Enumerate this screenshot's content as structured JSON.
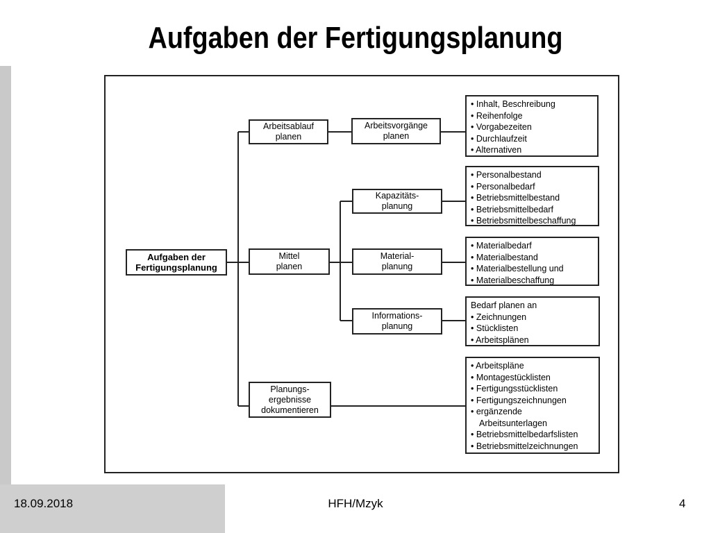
{
  "title": "Aufgaben der Fertigungsplanung",
  "footer": {
    "date": "18.09.2018",
    "author": "HFH/Mzyk",
    "page": "4"
  },
  "diagram": {
    "root": "Aufgaben der\nFertigungsplanung",
    "level1": {
      "arbeitsablauf": "Arbeitsablauf\nplanen",
      "mittel": "Mittel\nplanen",
      "dokumentieren": "Planungs-\nergebnisse\ndokumentieren"
    },
    "level2": {
      "arbeitsvorgaenge": "Arbeitsvorgänge\nplanen",
      "kapazitaet": "Kapazitäts-\nplanung",
      "material": "Material-\nplanung",
      "information": "Informations-\nplanung"
    },
    "lists": {
      "arbeitsvorgaenge": [
        {
          "text": "Inhalt, Beschreibung",
          "bullet": true
        },
        {
          "text": "Reihenfolge",
          "bullet": true
        },
        {
          "text": "Vorgabezeiten",
          "bullet": true
        },
        {
          "text": "Durchlaufzeit",
          "bullet": true
        },
        {
          "text": "Alternativen",
          "bullet": true
        }
      ],
      "kapazitaet": [
        {
          "text": "Personalbestand",
          "bullet": true
        },
        {
          "text": "Personalbedarf",
          "bullet": true
        },
        {
          "text": "Betriebsmittelbestand",
          "bullet": true
        },
        {
          "text": "Betriebsmittelbedarf",
          "bullet": true
        },
        {
          "text": "Betriebsmittelbeschaffung",
          "bullet": true
        }
      ],
      "material": [
        {
          "text": "Materialbedarf",
          "bullet": true
        },
        {
          "text": "Materialbestand",
          "bullet": true
        },
        {
          "text": "Materialbestellung und",
          "bullet": true
        },
        {
          "text": "Materialbeschaffung",
          "bullet": true
        }
      ],
      "information": [
        {
          "text": "Bedarf planen an",
          "bullet": false
        },
        {
          "text": "Zeichnungen",
          "bullet": true
        },
        {
          "text": "Stücklisten",
          "bullet": true
        },
        {
          "text": "Arbeitsplänen",
          "bullet": true
        }
      ],
      "dokumentieren": [
        {
          "text": "Arbeitspläne",
          "bullet": true
        },
        {
          "text": "Montagestücklisten",
          "bullet": true
        },
        {
          "text": "Fertigungsstücklisten",
          "bullet": true
        },
        {
          "text": "Fertigungszeichnungen",
          "bullet": true
        },
        {
          "text": "ergänzende",
          "bullet": true
        },
        {
          "text": "Arbeitsunterlagen",
          "bullet": false,
          "indent": true
        },
        {
          "text": "Betriebsmittelbedarfslisten",
          "bullet": true
        },
        {
          "text": "Betriebsmittelzeichnungen",
          "bullet": true
        }
      ]
    }
  }
}
